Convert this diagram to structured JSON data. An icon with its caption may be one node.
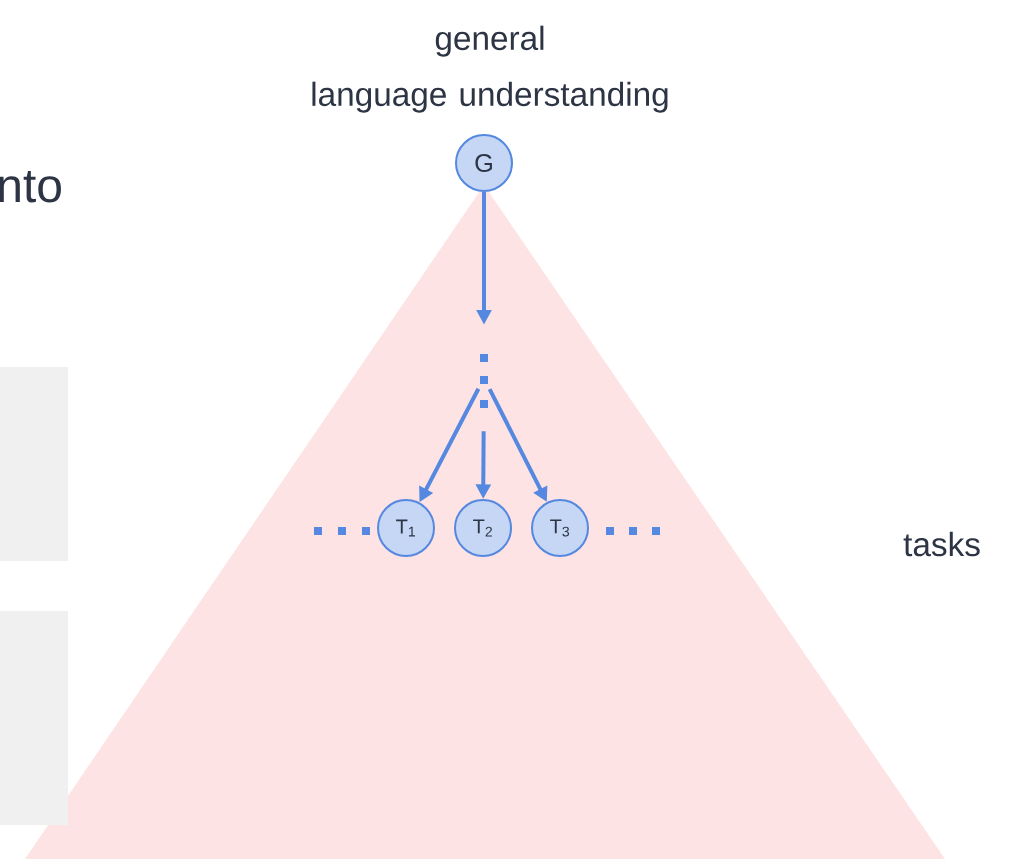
{
  "diagram": {
    "nodes": [
      {
        "text": [
          "G"
        ],
        "beside": [
          "general language understanding"
        ]
      },
      {
        "text": [],
        "shape": "dots"
      },
      {
        "text": [
          "T$_{1}$"
        ]
      },
      {
        "text": [
          "T$_{2}$"
        ]
      },
      {
        "text": [
          "T$_{3}$"
        ]
      }
    ],
    "edges": [
      {
        "from": 0,
        "to": 1,
        "arrow": "to"
      },
      {
        "from": 1,
        "to": 2,
        "arrow": "to"
      },
      {
        "from": 1,
        "to": 3,
        "arrow": "to"
      },
      {
        "from": 1,
        "to": 4,
        "arrow": "to"
      }
    ],
    "labels": [
      "nto",
      "tasks"
    ]
  }
}
